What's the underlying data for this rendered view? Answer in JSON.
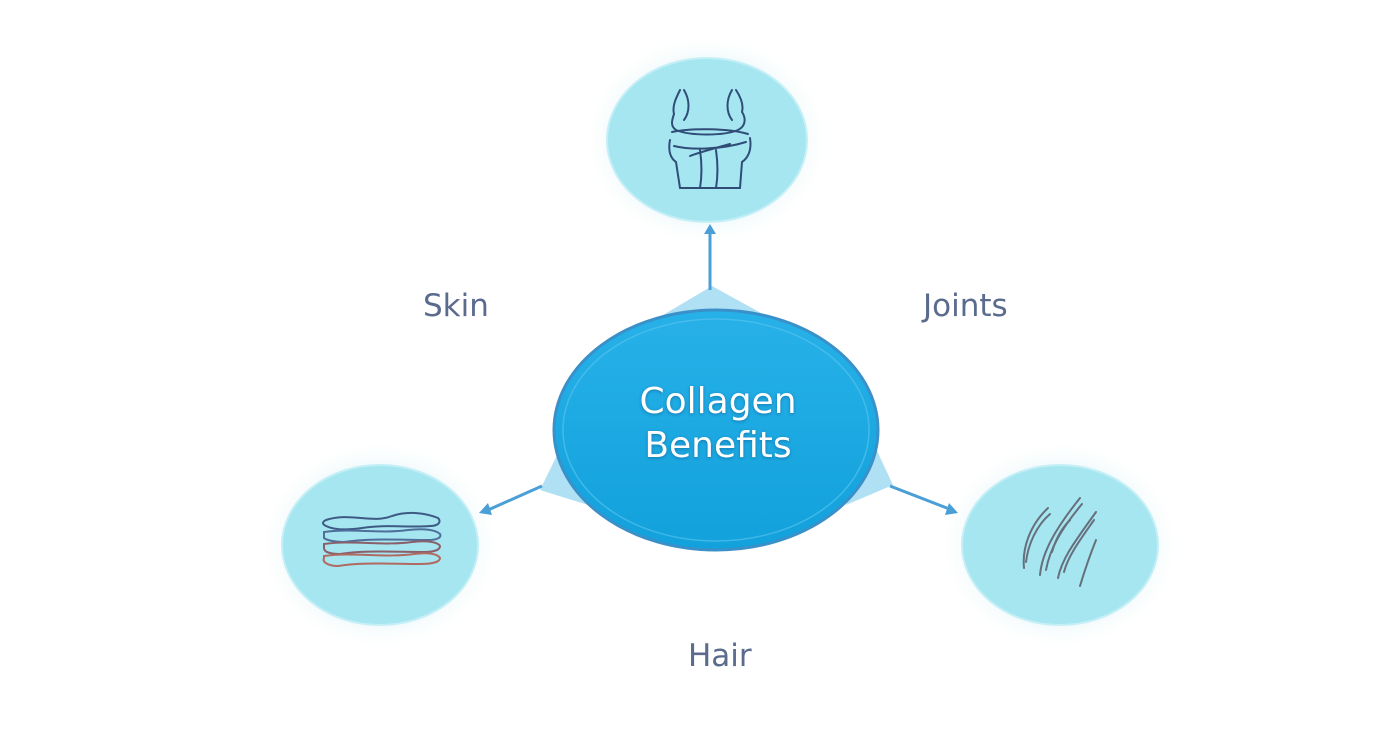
{
  "center": {
    "line1": "Collagen",
    "line2": "Benefits"
  },
  "labels": {
    "skin": "Skin",
    "joints": "Joints",
    "hair": "Hair"
  },
  "icons": {
    "top": "knee-joint-icon",
    "left": "skin-layers-icon",
    "right": "hair-strands-icon"
  },
  "colors": {
    "center_fill": "#1aa9e3",
    "center_stroke": "#3a90c8",
    "node_fill": "#a6e6f0",
    "connector": "#4a9fd6",
    "label_text": "#5b6b8e",
    "icon_stroke": "#2f4d77"
  }
}
